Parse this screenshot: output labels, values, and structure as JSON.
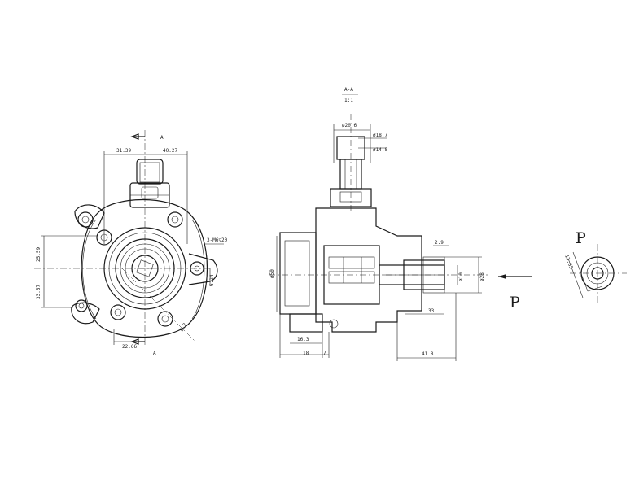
{
  "section": {
    "title": "A-A",
    "scale": "1:1"
  },
  "section_marks": {
    "top": "A",
    "bottom": "A"
  },
  "view_label_right": "P",
  "view_label_arrow": "P",
  "dimensions": {
    "front": {
      "d31_39": "31.39",
      "d40_27": "40.27",
      "d25_59": "25.59",
      "d33_57": "33.57",
      "d22_66": "22.66",
      "d6_24": "6.24",
      "d8_2": "8.2",
      "thread": "3-M6▽20"
    },
    "section": {
      "d20_6": "ø20.6",
      "d18_7": "ø18.7",
      "d14_8": "ø14.8",
      "d50": "ø50",
      "d16_3": "16.3",
      "d18": "18",
      "d7": "7",
      "d2_9": "2.9",
      "d10": "ø10",
      "d28": "ø28",
      "d33": "33",
      "d41_8": "41.8"
    },
    "pview": {
      "d13_85": "13.85"
    }
  }
}
